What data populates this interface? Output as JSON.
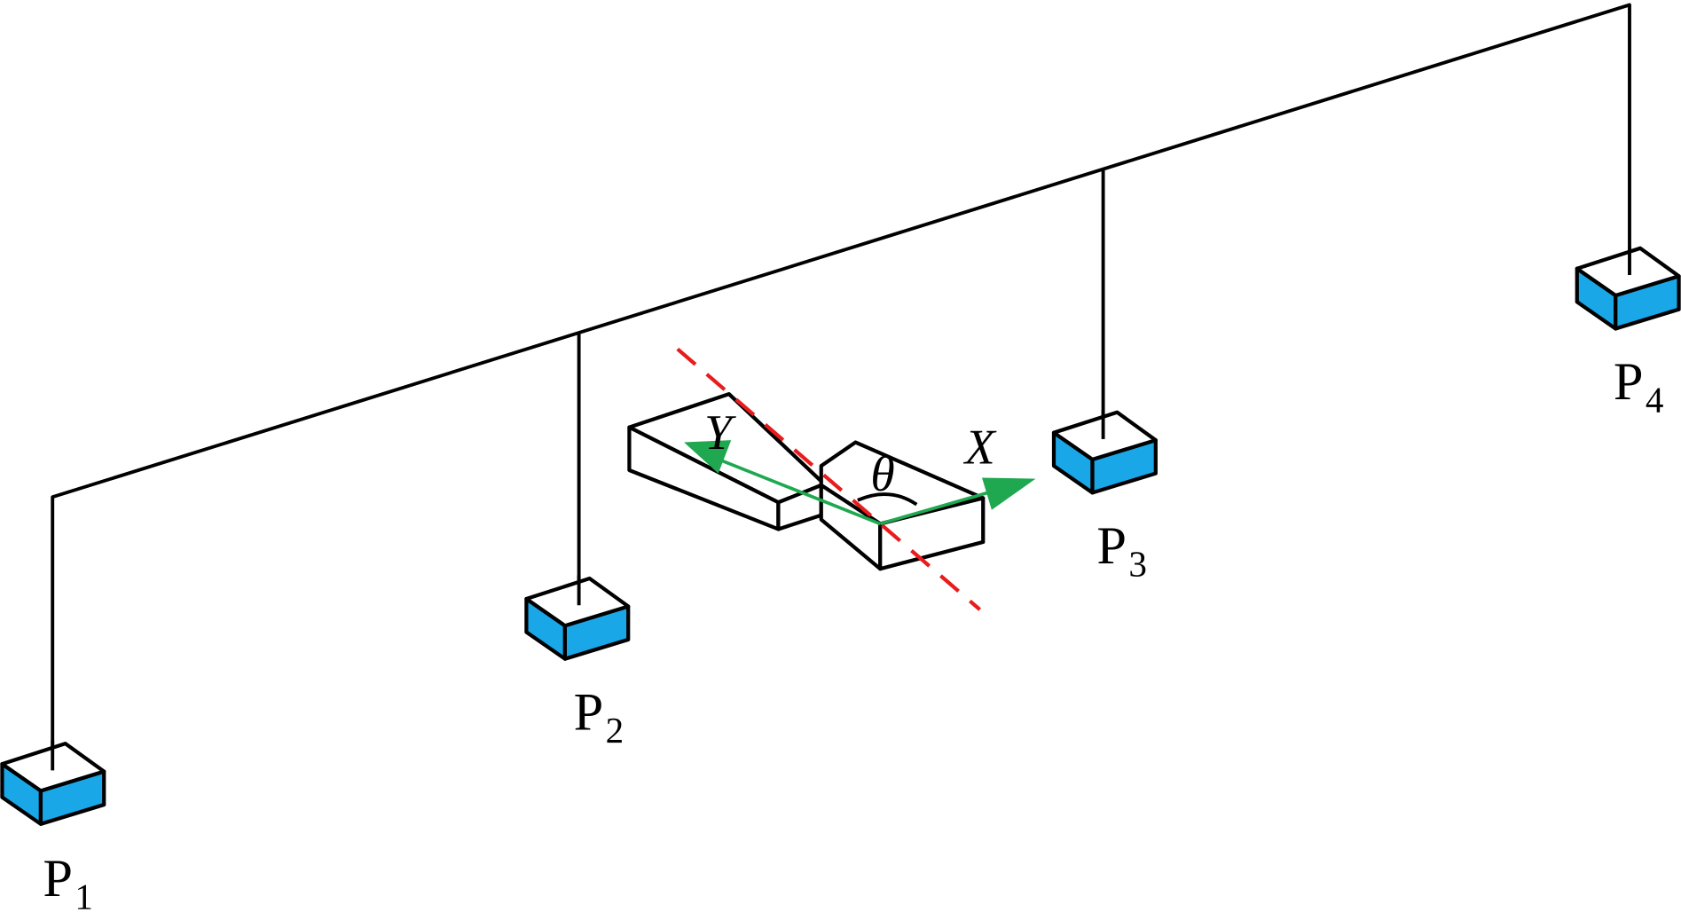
{
  "diagram": {
    "colors": {
      "beam": "#000000",
      "box_side": "#1aa7e8",
      "axis_arrow": "#1fa84f",
      "dashed_line": "#e81c1c"
    },
    "anchors": [
      {
        "id": "P1",
        "base": "P",
        "sub": "1"
      },
      {
        "id": "P2",
        "base": "P",
        "sub": "2"
      },
      {
        "id": "P3",
        "base": "P",
        "sub": "3"
      },
      {
        "id": "P4",
        "base": "P",
        "sub": "4"
      }
    ],
    "axes": {
      "x_label": "X",
      "y_label": "Y",
      "angle_label": "θ"
    }
  }
}
